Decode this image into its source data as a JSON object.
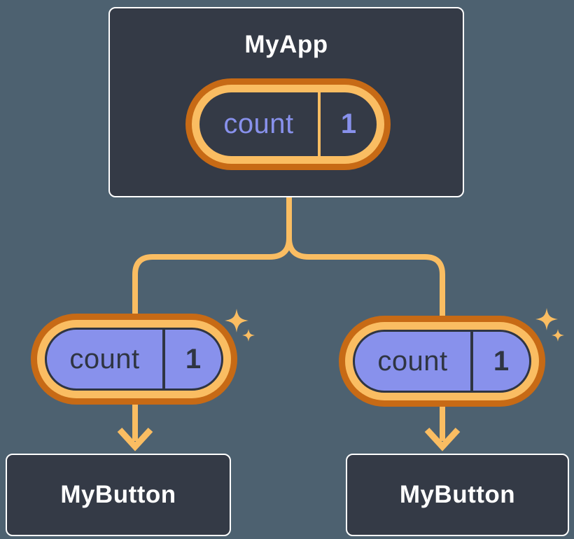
{
  "colors": {
    "background": "#4D6170",
    "card_background": "#343A46",
    "card_border": "#FFFFFF",
    "orange_dark": "#C76A15",
    "orange_light": "#FABD62",
    "purple": "#8891EC",
    "text_light": "#FFFFFF",
    "text_dark": "#2F3542"
  },
  "icons": {
    "sparkle": "four-point-star",
    "arrow": "arrow-down"
  },
  "diagram": {
    "root": {
      "title": "MyApp",
      "state": {
        "name": "count",
        "value": "1"
      }
    },
    "children": [
      {
        "title": "MyButton",
        "prop": {
          "name": "count",
          "value": "1"
        }
      },
      {
        "title": "MyButton",
        "prop": {
          "name": "count",
          "value": "1"
        }
      }
    ]
  }
}
